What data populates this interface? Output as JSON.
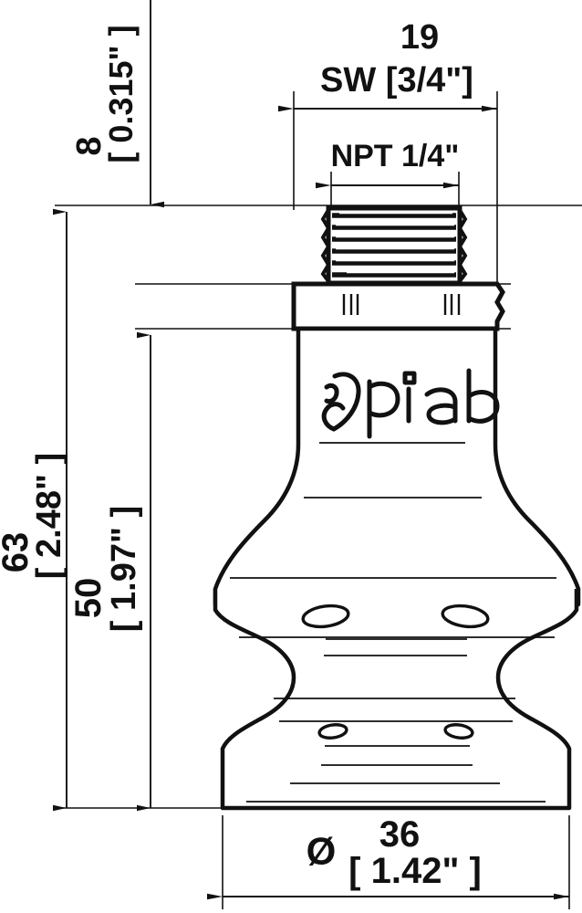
{
  "drawing": {
    "type": "technical-dimension-drawing",
    "subject": "piab bellows suction cup with NPT male thread fitting",
    "brand_logo_text": "piab",
    "units_note": "Metric millimeters with bracketed inch equivalents",
    "line_color": "#111111",
    "background_color": "#ffffff"
  },
  "dimensions": {
    "width_sw": {
      "value": "19",
      "label": "SW [3/4\"]",
      "orientation": "horizontal",
      "position": "top"
    },
    "thread": {
      "label": "NPT 1/4\"",
      "orientation": "horizontal",
      "position": "top"
    },
    "thread_length": {
      "value": "8",
      "inch": "[ 0.315\" ]",
      "orientation": "vertical",
      "position": "left"
    },
    "total_height": {
      "value": "63",
      "inch": "[ 2.48\" ]",
      "orientation": "vertical",
      "position": "left-outer"
    },
    "body_height": {
      "value": "50",
      "inch": "[ 1.97\" ]",
      "orientation": "vertical",
      "position": "left-inner"
    },
    "cup_diameter": {
      "symbol": "Ø",
      "value": "36",
      "inch": "[ 1.42\" ]",
      "orientation": "horizontal",
      "position": "bottom"
    }
  }
}
